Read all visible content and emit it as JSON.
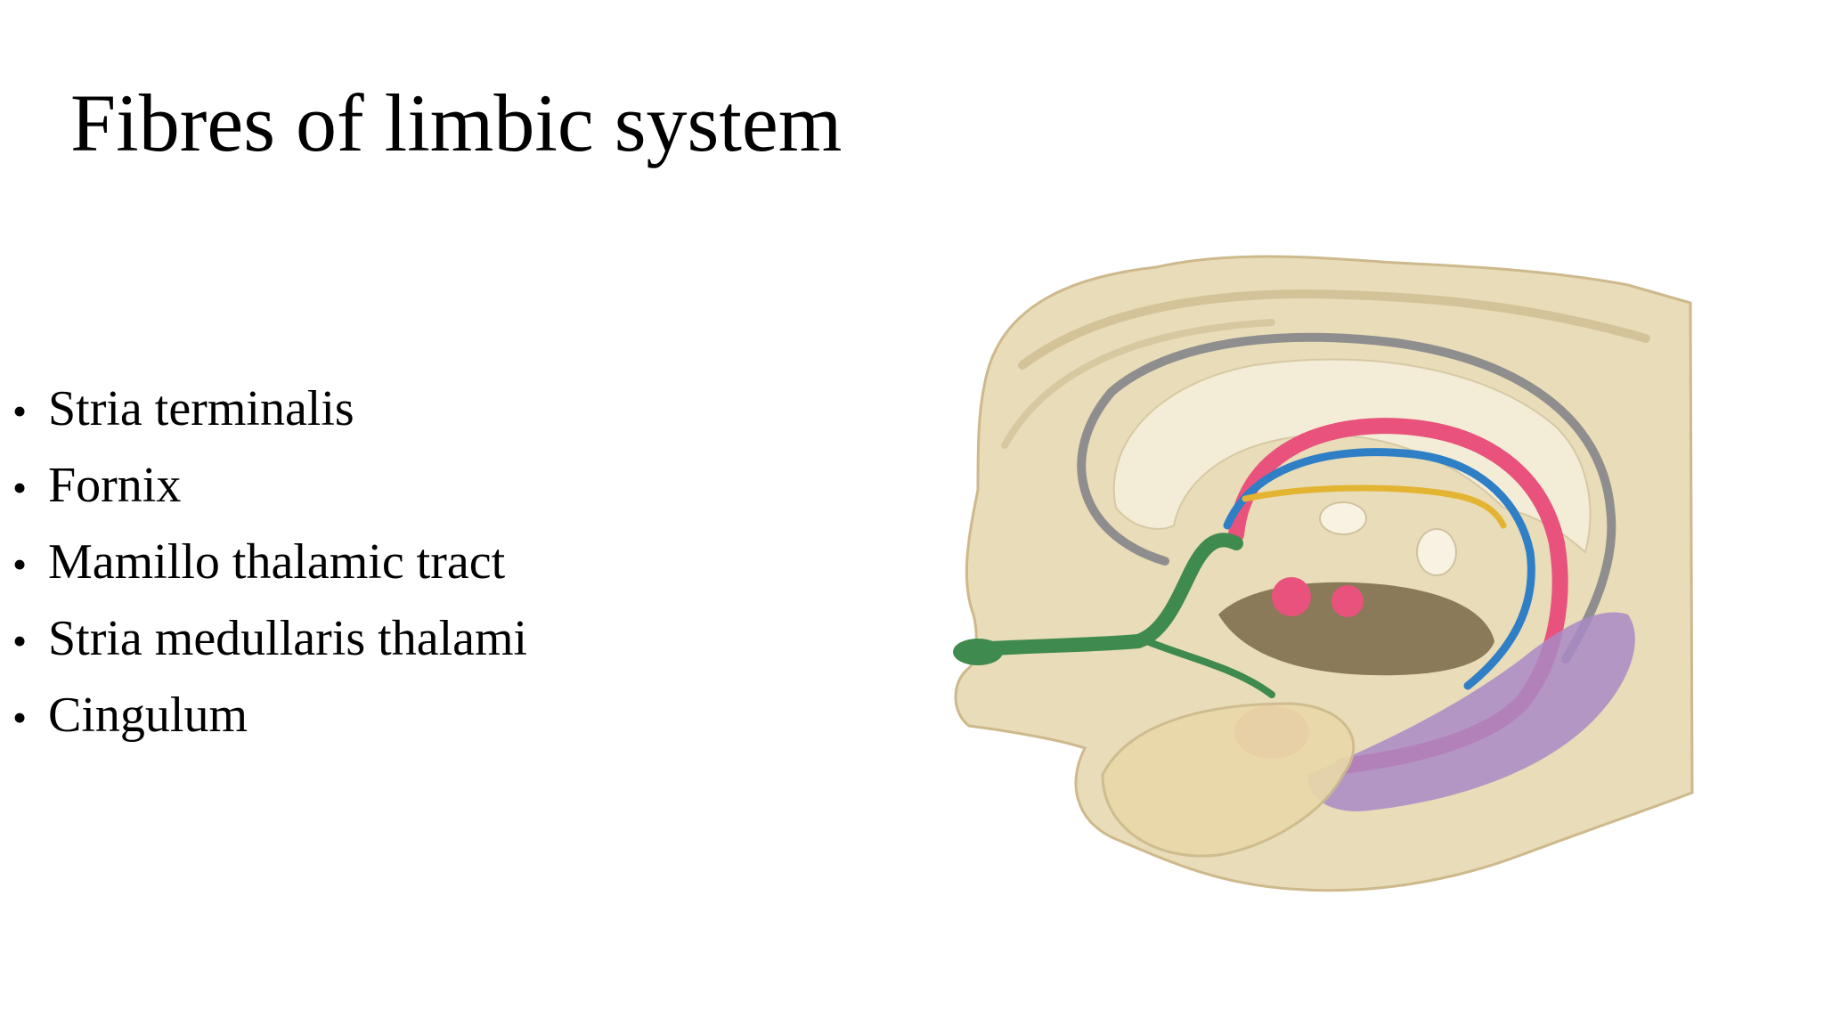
{
  "slide": {
    "title": "Fibres of limbic system",
    "bullets": [
      "Stria terminalis",
      "Fornix",
      "Mamillo thalamic tract",
      "Stria medullaris thalami",
      "Cingulum"
    ],
    "bullet_glyph": "•"
  },
  "figure": {
    "subject": "brain-medial-section-illustration",
    "colors": {
      "tissue": "#e9dcb8",
      "tissue_shadow": "#cdb98c",
      "corpus_callosum": "#f3ecd6",
      "cingulum_grey": "#8e8e8e",
      "fornix_pink": "#e8527c",
      "blue_tract": "#2f7fc6",
      "yellow_tract": "#e3b431",
      "green_tract": "#3f8a4e",
      "purple_hippocampus": "#a98ac6",
      "brown_region": "#6b5a3a"
    }
  }
}
